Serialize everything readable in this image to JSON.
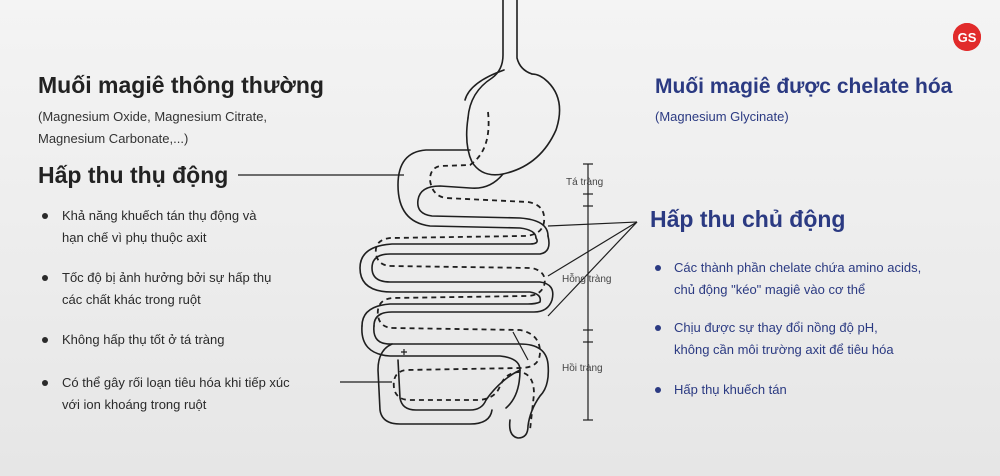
{
  "logo": {
    "text": "GS",
    "color": "#e12b2b"
  },
  "left": {
    "title": "Muối magiê thông thường",
    "subtitle_lines": [
      "(Magnesium Oxide, Magnesium Citrate,",
      "Magnesium Carbonate,...)"
    ],
    "heading": "Hấp thu thụ động",
    "items": [
      {
        "lines": [
          "Khả năng khuếch tán thụ động và",
          "hạn chế vì phụ thuộc axit"
        ]
      },
      {
        "lines": [
          "Tốc độ bị ảnh hưởng bởi sự hấp thụ",
          "các chất khác trong ruột"
        ]
      },
      {
        "lines": [
          "Không hấp thụ tốt ở tá tràng"
        ]
      },
      {
        "lines": [
          "Có thể gây rối loạn tiêu hóa khi tiếp xúc",
          "với ion khoáng trong ruột"
        ]
      }
    ]
  },
  "right": {
    "title": "Muối magiê được chelate hóa",
    "subtitle": "(Magnesium Glycinate)",
    "heading": "Hấp thu chủ động",
    "items": [
      {
        "lines": [
          "Các thành phần chelate chứa amino acids,",
          "chủ động \"kéo\" magiê vào cơ thể"
        ]
      },
      {
        "lines": [
          "Chịu được sự thay đổi nồng độ pH,",
          "không cần môi trường axit để tiêu hóa"
        ]
      },
      {
        "lines": [
          "Hấp thụ khuếch tán"
        ]
      }
    ]
  },
  "diagram": {
    "segments": {
      "duodenum": "Tá tràng",
      "jejunum": "Hỗng tràng",
      "ileum": "Hồi tràng"
    }
  },
  "colors": {
    "accent": "#2b3a82",
    "text": "#222222",
    "line": "#1f1f1f"
  }
}
